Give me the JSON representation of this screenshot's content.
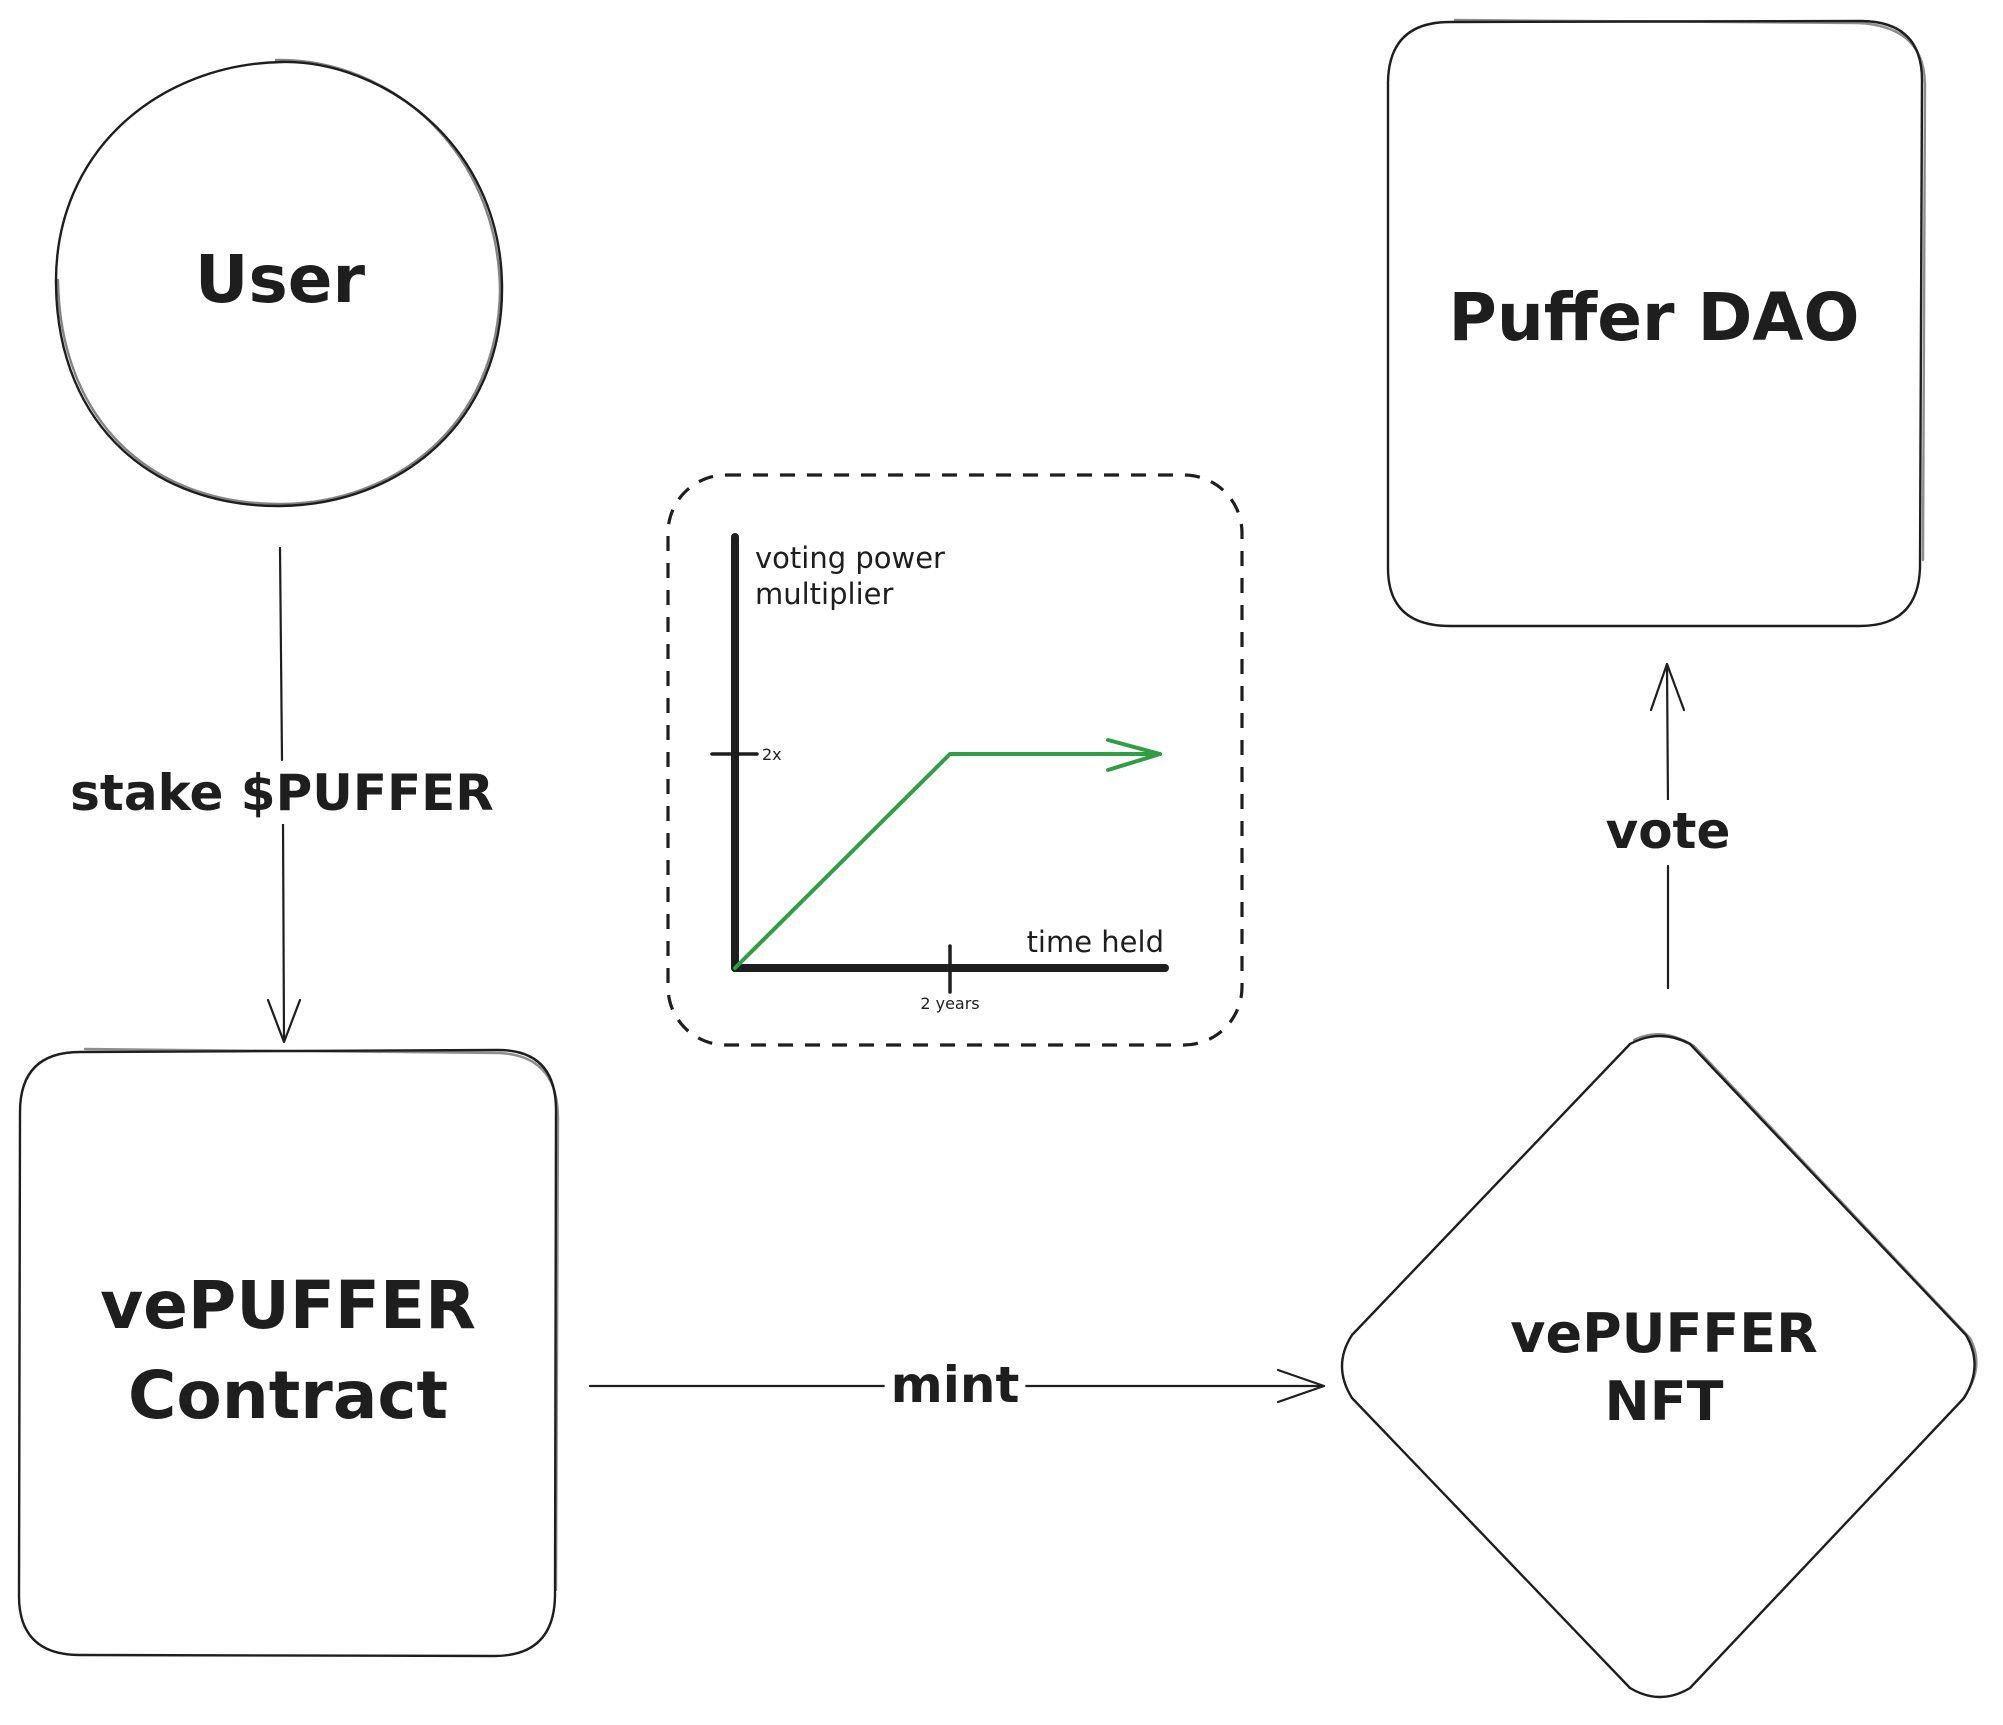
{
  "nodes": {
    "user": "User",
    "dao": "Puffer DAO",
    "contract": [
      "vePUFFER",
      "Contract"
    ],
    "nft": [
      "vePUFFER",
      "NFT"
    ]
  },
  "edges": {
    "stake": "stake $PUFFER",
    "vote": "vote",
    "mint": "mint"
  },
  "colors": {
    "stroke": "#1e1e1e",
    "curve": "#2f9e44",
    "background": "#ffffff"
  },
  "chart_data": {
    "type": "line",
    "ylabel": [
      "voting power",
      "multiplier"
    ],
    "xlabel": "time held",
    "x_ticks": [
      "2 years"
    ],
    "y_ticks": [
      "2x"
    ],
    "series": [
      {
        "points": [
          [
            "0",
            "1x"
          ],
          [
            "2 years",
            "2x"
          ]
        ]
      }
    ],
    "note": "multiplier rises linearly to 2x at 2 years, then stays flat (arrow continues right)",
    "grid": false,
    "legend": false
  }
}
